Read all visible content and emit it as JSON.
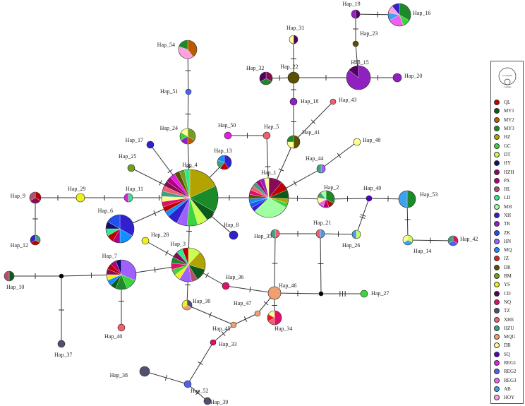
{
  "legend": {
    "scale_top": "10 samples",
    "scale_bottom": "1 sample",
    "populations": [
      {
        "name": "QL",
        "color": "#c00000"
      },
      {
        "name": "MY1",
        "color": "#0a5a1a"
      },
      {
        "name": "MY2",
        "color": "#b85c00"
      },
      {
        "name": "MY3",
        "color": "#1d8a2a"
      },
      {
        "name": "HZ",
        "color": "#b3a300"
      },
      {
        "name": "GC",
        "color": "#3cd43c"
      },
      {
        "name": "DT",
        "color": "#c8ff50"
      },
      {
        "name": "HY",
        "color": "#10106a"
      },
      {
        "name": "HZH",
        "color": "#8a0a5a"
      },
      {
        "name": "PA",
        "color": "#b00080"
      },
      {
        "name": "HL",
        "color": "#b0506a"
      },
      {
        "name": "LD",
        "color": "#30e890"
      },
      {
        "name": "MH",
        "color": "#a0ffa0"
      },
      {
        "name": "XH",
        "color": "#3020d0"
      },
      {
        "name": "TR",
        "color": "#9020c0"
      },
      {
        "name": "ZK",
        "color": "#2050f0"
      },
      {
        "name": "HN",
        "color": "#a060ff"
      },
      {
        "name": "MQ",
        "color": "#1090ff"
      },
      {
        "name": "JZ",
        "color": "#e02020"
      },
      {
        "name": "DR",
        "color": "#5a5000"
      },
      {
        "name": "BM",
        "color": "#70a020"
      },
      {
        "name": "YS",
        "color": "#f0f020"
      },
      {
        "name": "CD",
        "color": "#500060"
      },
      {
        "name": "NQ",
        "color": "#e0106a"
      },
      {
        "name": "TZ",
        "color": "#505070"
      },
      {
        "name": "XHE",
        "color": "#f06070"
      },
      {
        "name": "HZU",
        "color": "#40a080"
      },
      {
        "name": "MQU",
        "color": "#f0a070"
      },
      {
        "name": "DB",
        "color": "#ffff90"
      },
      {
        "name": "SQ",
        "color": "#5000c0"
      },
      {
        "name": "REG1",
        "color": "#e020e0"
      },
      {
        "name": "REG2",
        "color": "#5060f0"
      },
      {
        "name": "REG3",
        "color": "#f060f0"
      },
      {
        "name": "AB",
        "color": "#40a0f0"
      },
      {
        "name": "HOY",
        "color": "#ffa0e0"
      }
    ]
  },
  "haplotypes": [
    {
      "id": "Hap_1",
      "label": "Hap_1",
      "r": 28,
      "colors": [
        "#8a0a5a",
        "#c00000",
        "#0a5a1a",
        "#b3a300",
        "#3cd43c",
        "#a0ffa0",
        "#3020d0",
        "#2050f0",
        "#1090ff",
        "#5a5000",
        "#e0106a",
        "#f06070",
        "#40a080",
        "#b00080",
        "#9020c0",
        "#ffff90"
      ],
      "weights": [
        3,
        2,
        2,
        1,
        1,
        8,
        1,
        1,
        1,
        1,
        1,
        1,
        1,
        1,
        1,
        1
      ]
    },
    {
      "id": "Hap_2",
      "label": "Hap_2",
      "r": 12,
      "colors": [
        "#1d8a2a",
        "#c00000",
        "#b00080",
        "#f060f0",
        "#ffff90",
        "#40a080",
        "#a0ffa0"
      ],
      "weights": [
        3,
        1,
        1,
        1,
        1,
        1,
        1
      ]
    },
    {
      "id": "Hap_3",
      "label": "Hap_3",
      "r": 24,
      "colors": [
        "#c8ff50",
        "#b3a300",
        "#0a5a1a",
        "#b0506a",
        "#a060ff",
        "#f0f020",
        "#3cd43c",
        "#e0106a",
        "#1d8a2a",
        "#8a0a5a",
        "#30e890",
        "#c00000"
      ],
      "weights": [
        2,
        3,
        2,
        1,
        2,
        1,
        1,
        1,
        1,
        1,
        1,
        1
      ]
    },
    {
      "id": "Hap_4",
      "label": "Hap_4",
      "r": 40,
      "colors": [
        "#b3a300",
        "#1d8a2a",
        "#0a5a1a",
        "#c8ff50",
        "#3cd43c",
        "#a060ff",
        "#3020d0",
        "#1090ff",
        "#c00000",
        "#e0106a",
        "#ffff90",
        "#40a080",
        "#f06070",
        "#8a0a5a",
        "#b00080",
        "#e020e0",
        "#5a5000",
        "#70a020",
        "#30e890"
      ],
      "weights": [
        6,
        5,
        2,
        2,
        2,
        2,
        2,
        1,
        1,
        1,
        1,
        1,
        1,
        1,
        1,
        1,
        1,
        1,
        1
      ]
    },
    {
      "id": "Hap_5",
      "label": "Hap_5",
      "r": 5,
      "colors": [
        "#f06070"
      ],
      "weights": [
        1
      ]
    },
    {
      "id": "Hap_6",
      "label": "Hap_6",
      "r": 20,
      "colors": [
        "#3020d0",
        "#1090ff",
        "#b00080",
        "#c00000",
        "#30e890",
        "#10106a",
        "#2050f0"
      ],
      "weights": [
        4,
        2,
        1,
        1,
        1,
        1,
        2
      ]
    },
    {
      "id": "Hap_7",
      "label": "Hap_7",
      "r": 21,
      "colors": [
        "#a060ff",
        "#3cd43c",
        "#1d8a2a",
        "#0a5a1a",
        "#1090ff",
        "#f0f020",
        "#8a0a5a",
        "#c00000",
        "#b00080",
        "#10106a"
      ],
      "weights": [
        5,
        2,
        2,
        1,
        1,
        1,
        1,
        1,
        1,
        1
      ]
    },
    {
      "id": "Hap_8",
      "label": "Hap_8",
      "r": 6,
      "colors": [
        "#3020d0"
      ],
      "weights": [
        1
      ]
    },
    {
      "id": "Hap_9",
      "label": "Hap_9",
      "r": 8,
      "colors": [
        "#c00000",
        "#8a0a5a",
        "#b0506a"
      ],
      "weights": [
        1,
        1,
        1
      ]
    },
    {
      "id": "Hap_10",
      "label": "Hap_10",
      "r": 7,
      "colors": [
        "#0a5a1a",
        "#b0506a"
      ],
      "weights": [
        1,
        1
      ]
    },
    {
      "id": "Hap_11",
      "label": "Hap_11",
      "r": 6,
      "colors": [
        "#30e890",
        "#e020e0"
      ],
      "weights": [
        1,
        1
      ]
    },
    {
      "id": "Hap_12",
      "label": "Hap_12",
      "r": 7,
      "colors": [
        "#40a080",
        "#c00000",
        "#3020d0"
      ],
      "weights": [
        1,
        1,
        1
      ]
    },
    {
      "id": "Hap_13",
      "label": "Hap_13",
      "r": 10,
      "colors": [
        "#3020d0",
        "#c00000",
        "#40a080",
        "#1090ff"
      ],
      "weights": [
        2,
        1,
        1,
        1
      ]
    },
    {
      "id": "Hap_14",
      "label": "Hap_14",
      "r": 7,
      "colors": [
        "#c8ff50",
        "#40a0f0",
        "#ffff90"
      ],
      "weights": [
        1,
        1,
        1
      ]
    },
    {
      "id": "Hap_15",
      "label": "Hap_15",
      "r": 17,
      "colors": [
        "#9020c0",
        "#500060"
      ],
      "weights": [
        6,
        1
      ]
    },
    {
      "id": "Hap_16",
      "label": "Hap_16",
      "r": 16,
      "colors": [
        "#1d8a2a",
        "#3cd43c",
        "#f060f0",
        "#40a0f0",
        "#ffa0e0",
        "#3020d0"
      ],
      "weights": [
        3,
        1,
        2,
        1,
        1,
        1
      ]
    },
    {
      "id": "Hap_17",
      "label": "Hap_17",
      "r": 5,
      "colors": [
        "#3020d0"
      ],
      "weights": [
        1
      ]
    },
    {
      "id": "Hap_18",
      "label": "Hap_18",
      "r": 5,
      "colors": [
        "#9020c0"
      ],
      "weights": [
        1
      ]
    },
    {
      "id": "Hap_19",
      "label": "Hap_19",
      "r": 6,
      "colors": [
        "#500060",
        "#9020c0"
      ],
      "weights": [
        1,
        1
      ]
    },
    {
      "id": "Hap_20",
      "label": "Hap_20",
      "r": 6,
      "colors": [
        "#9020c0"
      ],
      "weights": [
        1
      ]
    },
    {
      "id": "Hap_21",
      "label": "Hap_21",
      "r": 6,
      "colors": [
        "#40a0f0",
        "#f06070"
      ],
      "weights": [
        1,
        1
      ]
    },
    {
      "id": "Hap_22",
      "label": "Hap_22",
      "r": 8,
      "colors": [
        "#5a5000"
      ],
      "weights": [
        1
      ]
    },
    {
      "id": "Hap_23",
      "label": "Hap_23",
      "r": 4,
      "colors": [
        "#5a5000"
      ],
      "weights": [
        1
      ]
    },
    {
      "id": "Hap_24",
      "label": "Hap_24",
      "r": 11,
      "colors": [
        "#70a020",
        "#b85c00",
        "#9020c0",
        "#3cd43c",
        "#ffff90"
      ],
      "weights": [
        2,
        1,
        1,
        1,
        1
      ]
    },
    {
      "id": "Hap_25",
      "label": "Hap_25",
      "r": 5,
      "colors": [
        "#70a020"
      ],
      "weights": [
        1
      ]
    },
    {
      "id": "Hap_26",
      "label": "Hap_26",
      "r": 6,
      "colors": [
        "#c8ff50",
        "#40a0f0"
      ],
      "weights": [
        1,
        1
      ]
    },
    {
      "id": "Hap_27",
      "label": "Hap_27",
      "r": 5,
      "colors": [
        "#3cd43c"
      ],
      "weights": [
        1
      ]
    },
    {
      "id": "Hap_28",
      "label": "Hap_28",
      "r": 5,
      "colors": [
        "#f0f020"
      ],
      "weights": [
        1
      ]
    },
    {
      "id": "Hap_29",
      "label": "Hap_29",
      "r": 6,
      "colors": [
        "#f0f020"
      ],
      "weights": [
        1
      ]
    },
    {
      "id": "Hap_30",
      "label": "Hap_30",
      "r": 7,
      "colors": [
        "#505070",
        "#f0a070",
        "#f0f020"
      ],
      "weights": [
        1,
        1,
        1
      ]
    },
    {
      "id": "Hap_31",
      "label": "Hap_31",
      "r": 6,
      "colors": [
        "#500060",
        "#ffff90"
      ],
      "weights": [
        1,
        1
      ]
    },
    {
      "id": "Hap_32",
      "label": "Hap_32",
      "r": 9,
      "colors": [
        "#8a0a5a",
        "#1d8a2a",
        "#500060"
      ],
      "weights": [
        1,
        1,
        1
      ]
    },
    {
      "id": "Hap_33",
      "label": "Hap_33",
      "r": 4,
      "colors": [
        "#e0106a"
      ],
      "weights": [
        1
      ]
    },
    {
      "id": "Hap_34",
      "label": "Hap_34",
      "r": 10,
      "colors": [
        "#e0106a",
        "#f06070",
        "#e02020",
        "#ffff90"
      ],
      "weights": [
        3,
        1,
        1,
        1
      ]
    },
    {
      "id": "Hap_35",
      "label": "Hap_35",
      "r": 6,
      "colors": [
        "#f06070",
        "#40a080"
      ],
      "weights": [
        1,
        1
      ]
    },
    {
      "id": "Hap_36",
      "label": "Hap_36",
      "r": 5,
      "colors": [
        "#e0106a"
      ],
      "weights": [
        1
      ]
    },
    {
      "id": "Hap_37",
      "label": "Hap_37",
      "r": 5,
      "colors": [
        "#505070"
      ],
      "weights": [
        1
      ]
    },
    {
      "id": "Hap_38",
      "label": "Hap_38",
      "r": 7,
      "colors": [
        "#505070"
      ],
      "weights": [
        1
      ]
    },
    {
      "id": "Hap_39",
      "label": "Hap_39",
      "r": 5,
      "colors": [
        "#505070"
      ],
      "weights": [
        1
      ]
    },
    {
      "id": "Hap_40",
      "label": "Hap_40",
      "r": 5,
      "colors": [
        "#f06070"
      ],
      "weights": [
        1
      ]
    },
    {
      "id": "Hap_41",
      "label": "Hap_41",
      "r": 9,
      "colors": [
        "#5a5000",
        "#ffff90",
        "#1d8a2a"
      ],
      "weights": [
        2,
        1,
        1
      ]
    },
    {
      "id": "Hap_42",
      "label": "Hap_42",
      "r": 7,
      "colors": [
        "#e0106a",
        "#5060f0",
        "#40a080"
      ],
      "weights": [
        1,
        1,
        1
      ]
    },
    {
      "id": "Hap_43",
      "label": "Hap_43",
      "r": 4,
      "colors": [
        "#f06070"
      ],
      "weights": [
        1
      ]
    },
    {
      "id": "Hap_44",
      "label": "Hap_44",
      "r": 6,
      "colors": [
        "#a060ff",
        "#40a080"
      ],
      "weights": [
        1,
        1
      ]
    },
    {
      "id": "Hap_45",
      "label": "Hap_45",
      "r": 4,
      "colors": [
        "#f0a070"
      ],
      "weights": [
        1
      ]
    },
    {
      "id": "Hap_46",
      "label": "Hap_46",
      "r": 9,
      "colors": [
        "#f0a070"
      ],
      "weights": [
        1
      ]
    },
    {
      "id": "Hap_47",
      "label": "Hap_47",
      "r": 4,
      "colors": [
        "#f0a070"
      ],
      "weights": [
        1
      ]
    },
    {
      "id": "Hap_48",
      "label": "Hap_48",
      "r": 5,
      "colors": [
        "#ffff90"
      ],
      "weights": [
        1
      ]
    },
    {
      "id": "Hap_49",
      "label": "Hap_49",
      "r": 4,
      "colors": [
        "#5000c0"
      ],
      "weights": [
        1
      ]
    },
    {
      "id": "Hap_50",
      "label": "Hap_50",
      "r": 5,
      "colors": [
        "#e020e0"
      ],
      "weights": [
        1
      ]
    },
    {
      "id": "Hap_51",
      "label": "Hap_51",
      "r": 4,
      "colors": [
        "#5060f0"
      ],
      "weights": [
        1
      ]
    },
    {
      "id": "Hap_52",
      "label": "Hap_52",
      "r": 5,
      "colors": [
        "#5060f0"
      ],
      "weights": [
        1
      ]
    },
    {
      "id": "Hap_53",
      "label": "Hap_53",
      "r": 12,
      "colors": [
        "#1d8a2a",
        "#40a0f0"
      ],
      "weights": [
        1,
        1
      ]
    },
    {
      "id": "Hap_54",
      "label": "Hap_54",
      "r": 13,
      "colors": [
        "#b85c00",
        "#ffa0e0",
        "#1d8a2a"
      ],
      "weights": [
        2,
        2,
        1
      ]
    },
    {
      "id": "mv1",
      "label": "",
      "r": 3,
      "colors": [
        "#000000"
      ],
      "weights": [
        1
      ]
    },
    {
      "id": "mv2",
      "label": "",
      "r": 3,
      "colors": [
        "#000000"
      ],
      "weights": [
        1
      ]
    },
    {
      "id": "mv3",
      "label": "",
      "r": 3,
      "colors": [
        "#000000"
      ],
      "weights": [
        1
      ]
    }
  ],
  "edges": [
    [
      "Hap_4",
      "Hap_1",
      1
    ],
    [
      "Hap_4",
      "Hap_11",
      1
    ],
    [
      "Hap_11",
      "Hap_29",
      1
    ],
    [
      "Hap_29",
      "Hap_9",
      1
    ],
    [
      "Hap_9",
      "Hap_12",
      1
    ],
    [
      "Hap_4",
      "Hap_6",
      1
    ],
    [
      "Hap_4",
      "Hap_8",
      1
    ],
    [
      "Hap_4",
      "Hap_3",
      1
    ],
    [
      "Hap_4",
      "Hap_24",
      1
    ],
    [
      "Hap_24",
      "Hap_51",
      1
    ],
    [
      "Hap_51",
      "Hap_54",
      1
    ],
    [
      "Hap_4",
      "Hap_17",
      1
    ],
    [
      "Hap_4",
      "Hap_25",
      1
    ],
    [
      "Hap_4",
      "Hap_13",
      1
    ],
    [
      "Hap_3",
      "Hap_28",
      1
    ],
    [
      "Hap_3",
      "Hap_7",
      1
    ],
    [
      "Hap_7",
      "mv1",
      1
    ],
    [
      "mv1",
      "Hap_10",
      1
    ],
    [
      "mv1",
      "Hap_37",
      1
    ],
    [
      "Hap_7",
      "Hap_40",
      1
    ],
    [
      "Hap_3",
      "Hap_30",
      1
    ],
    [
      "Hap_3",
      "Hap_36",
      1
    ],
    [
      "Hap_36",
      "Hap_46",
      1
    ],
    [
      "Hap_46",
      "Hap_34",
      1
    ],
    [
      "Hap_46",
      "Hap_35",
      1
    ],
    [
      "Hap_35",
      "Hap_21",
      1
    ],
    [
      "Hap_21",
      "Hap_26",
      1
    ],
    [
      "Hap_26",
      "Hap_49",
      2
    ],
    [
      "Hap_49",
      "Hap_2",
      1
    ],
    [
      "Hap_49",
      "Hap_53",
      1
    ],
    [
      "Hap_53",
      "Hap_14",
      1
    ],
    [
      "Hap_14",
      "Hap_42",
      1
    ],
    [
      "Hap_21",
      "mv2",
      1
    ],
    [
      "Hap_46",
      "mv2",
      1
    ],
    [
      "mv2",
      "Hap_27",
      3
    ],
    [
      "Hap_46",
      "Hap_47",
      1
    ],
    [
      "Hap_47",
      "Hap_45",
      1
    ],
    [
      "Hap_45",
      "Hap_30",
      1
    ],
    [
      "Hap_45",
      "Hap_33",
      1
    ],
    [
      "Hap_33",
      "Hap_52",
      1
    ],
    [
      "Hap_52",
      "Hap_38",
      1
    ],
    [
      "Hap_52",
      "Hap_39",
      1
    ],
    [
      "Hap_1",
      "Hap_2",
      1
    ],
    [
      "Hap_1",
      "Hap_5",
      1
    ],
    [
      "Hap_5",
      "Hap_50",
      1
    ],
    [
      "Hap_1",
      "Hap_44",
      1
    ],
    [
      "Hap_44",
      "Hap_48",
      1
    ],
    [
      "Hap_1",
      "Hap_41",
      1
    ],
    [
      "Hap_41",
      "Hap_18",
      1
    ],
    [
      "Hap_18",
      "Hap_22",
      1
    ],
    [
      "Hap_41",
      "Hap_43",
      1
    ],
    [
      "Hap_22",
      "Hap_31",
      1
    ],
    [
      "Hap_22",
      "Hap_32",
      1
    ],
    [
      "Hap_22",
      "Hap_15",
      1
    ],
    [
      "Hap_15",
      "Hap_20",
      1
    ],
    [
      "Hap_15",
      "Hap_23",
      1
    ],
    [
      "Hap_23",
      "Hap_19",
      1
    ],
    [
      "Hap_19",
      "Hap_16",
      1
    ]
  ]
}
